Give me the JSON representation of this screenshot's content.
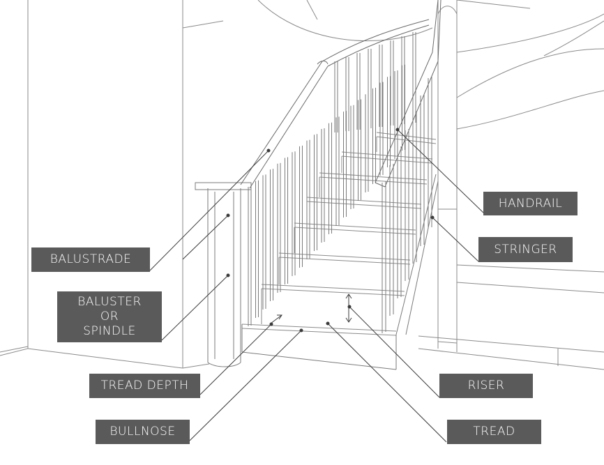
{
  "labels": {
    "handrail": "HANDRAIL",
    "stringer": "STRINGER",
    "balustrade": "BALUSTRADE",
    "baluster": "BALUSTER\nOR\nSPINDLE",
    "riser": "RISER",
    "tread_depth": "TREAD DEPTH",
    "bullnose": "BULLNOSE",
    "tread": "TREAD"
  },
  "colors": {
    "label_bg": "#5a5a5a",
    "label_text": "#ffffff",
    "line": "#3a3a3a",
    "sketch": "#8a8a8a"
  }
}
